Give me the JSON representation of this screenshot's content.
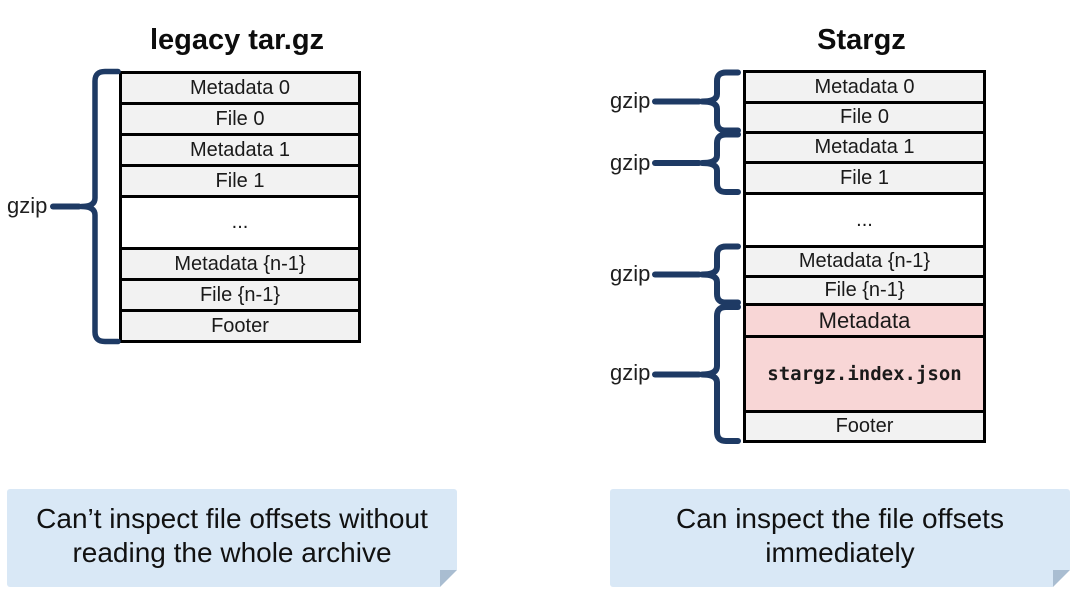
{
  "colors": {
    "navy": "#1e3a64",
    "row-gray": "#f2f2f2",
    "row-white": "#ffffff",
    "pink": "#f8d6d6",
    "callout-blue": "#d9e8f6",
    "fold-gray": "#a9bdd1"
  },
  "left_diagram": {
    "title": "legacy tar.gz",
    "gzip_label": "gzip",
    "rows": [
      {
        "label": "Metadata 0"
      },
      {
        "label": "File 0"
      },
      {
        "label": "Metadata 1"
      },
      {
        "label": "File 1"
      },
      {
        "label": "..."
      },
      {
        "label": "Metadata {n-1}"
      },
      {
        "label": "File {n-1}"
      },
      {
        "label": "Footer"
      }
    ],
    "callout": "Can’t inspect file offsets without reading the whole archive"
  },
  "right_diagram": {
    "title": "Stargz",
    "gzip_labels": [
      "gzip",
      "gzip",
      "gzip",
      "gzip"
    ],
    "rows": [
      {
        "label": "Metadata 0"
      },
      {
        "label": "File 0"
      },
      {
        "label": "Metadata 1"
      },
      {
        "label": "File 1"
      },
      {
        "label": "..."
      },
      {
        "label": "Metadata {n-1}"
      },
      {
        "label": "File {n-1}"
      },
      {
        "label": "Metadata"
      },
      {
        "label": "stargz.index.json"
      },
      {
        "label": "Footer"
      }
    ],
    "callout": "Can inspect the file offsets immediately"
  }
}
